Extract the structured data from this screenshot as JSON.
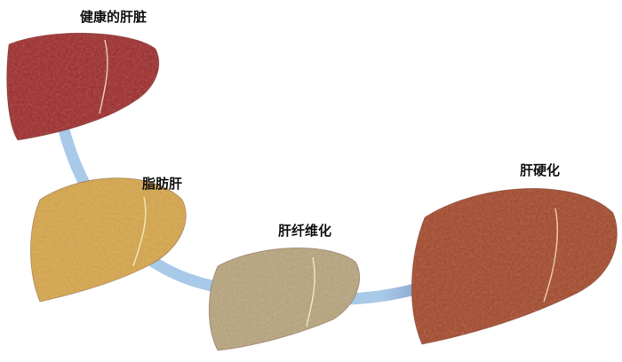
{
  "stages": [
    {
      "label": "健康的肝脏",
      "color": "#9e2b2b"
    },
    {
      "label": "脂肪肝",
      "color": "#d7a548"
    },
    {
      "label": "肝纤维化",
      "color": "#b7a47c"
    },
    {
      "label": "肝硬化",
      "color": "#a4482a"
    }
  ],
  "arrow_color": "#a9c9e8",
  "arrow_head_color": "#6f7fb4"
}
